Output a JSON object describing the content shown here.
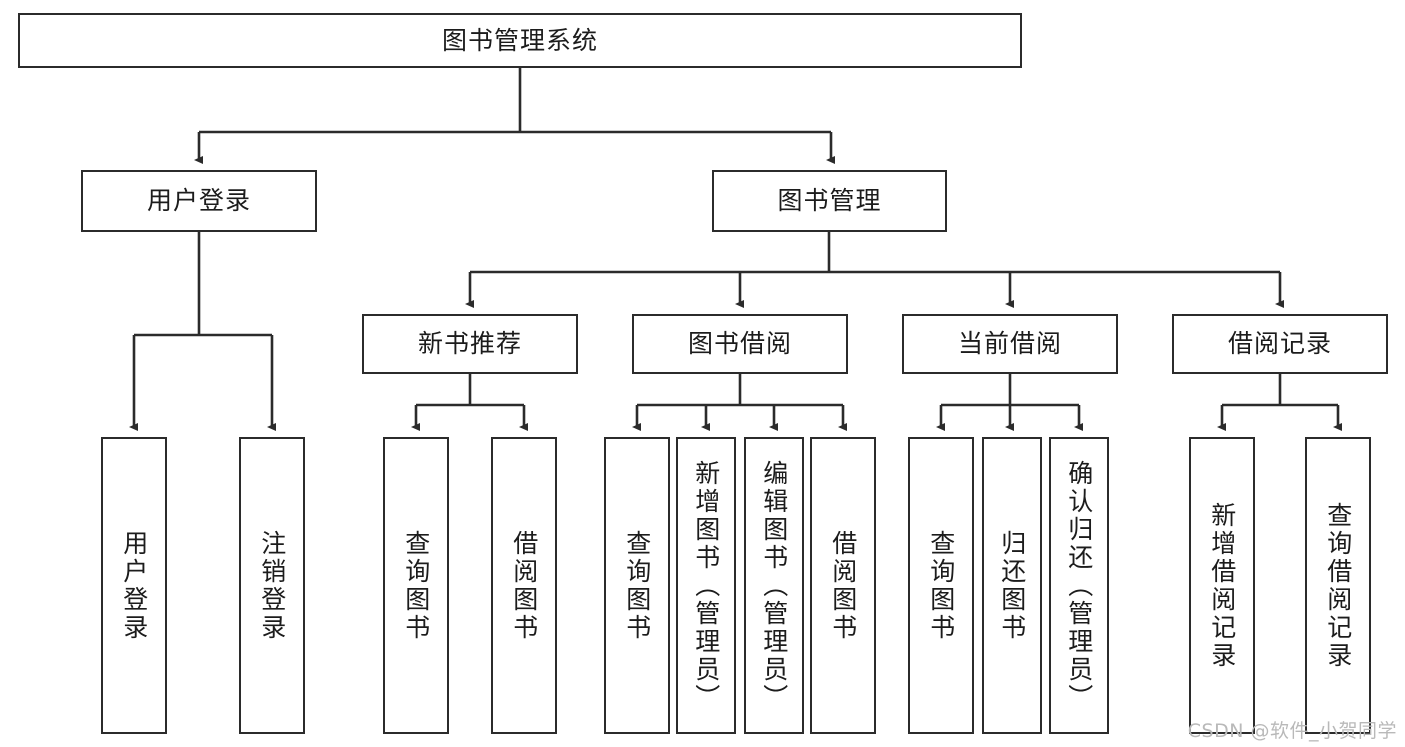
{
  "diagram": {
    "type": "tree-hierarchy",
    "title": "图书管理系统",
    "watermark": "CSDN @软件_小贺同学",
    "colors": {
      "box_border": "#2b2b2b",
      "box_fill": "#ffffff",
      "connector": "#2b2b2b",
      "text": "#1c1c1c",
      "watermark": "#b9b9b9",
      "background": "#ffffff"
    },
    "levels": {
      "root": "图书管理系统",
      "level2": [
        "用户登录",
        "图书管理"
      ],
      "level3": [
        "新书推荐",
        "图书借阅",
        "当前借阅",
        "借阅记录"
      ]
    },
    "nodes": {
      "root": {
        "label": "图书管理系统"
      },
      "user_login": {
        "label": "用户登录"
      },
      "book_manage": {
        "label": "图书管理"
      },
      "new_book_rec": {
        "label": "新书推荐"
      },
      "book_borrow": {
        "label": "图书借阅"
      },
      "current_borrow": {
        "label": "当前借阅"
      },
      "borrow_record": {
        "label": "借阅记录"
      }
    },
    "leaves": {
      "user_login": [
        {
          "label": "用户登录"
        },
        {
          "label": "注销登录"
        }
      ],
      "new_book_rec": [
        {
          "label": "查询图书"
        },
        {
          "label": "借阅图书"
        }
      ],
      "book_borrow": [
        {
          "label": "查询图书"
        },
        {
          "label": "新增图书（管理员）"
        },
        {
          "label": "编辑图书（管理员）"
        },
        {
          "label": "借阅图书"
        }
      ],
      "current_borrow": [
        {
          "label": "查询图书"
        },
        {
          "label": "归还图书"
        },
        {
          "label": "确认归还（管理员）"
        }
      ],
      "borrow_record": [
        {
          "label": "新增借阅记录"
        },
        {
          "label": "查询借阅记录"
        }
      ]
    }
  }
}
